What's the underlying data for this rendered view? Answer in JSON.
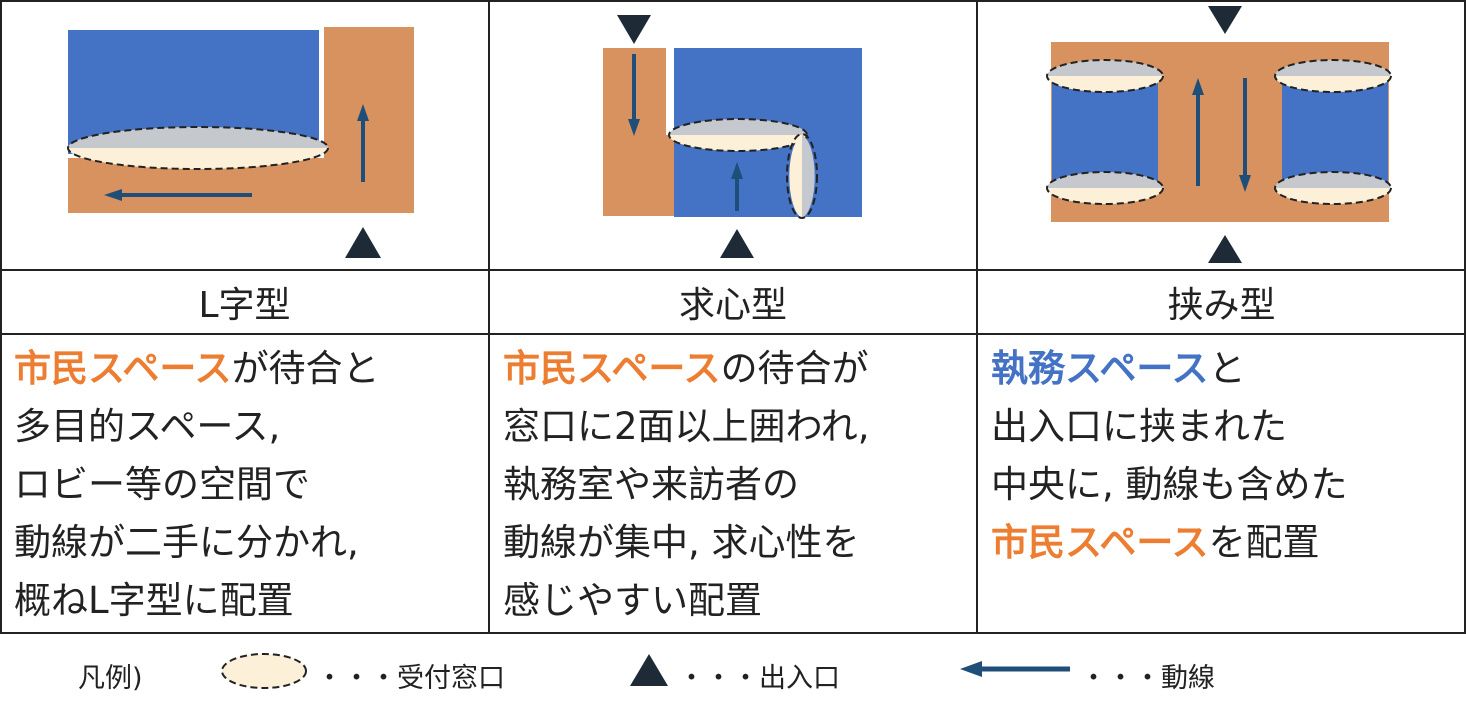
{
  "colors": {
    "orange_area": "#d89260",
    "blue_area": "#4472c4",
    "window_fill": "#fdf0d8",
    "window_shade": "#c5c9cd",
    "arrow": "#1f4e79",
    "triangle": "#1f2a37",
    "accent_orange": "#ed7d31",
    "accent_blue": "#4472c4"
  },
  "columns": [
    {
      "label": "L字型",
      "description": [
        [
          {
            "text": "市民スペース",
            "style": "orange"
          },
          {
            "text": "が待合と",
            "style": "plain"
          }
        ],
        [
          {
            "text": "多目的スペース,",
            "style": "plain"
          }
        ],
        [
          {
            "text": "ロビー等の空間で",
            "style": "plain"
          }
        ],
        [
          {
            "text": "動線が二手に分かれ,",
            "style": "plain"
          }
        ],
        [
          {
            "text": "概ねL字型に配置",
            "style": "plain"
          }
        ]
      ]
    },
    {
      "label": "求心型",
      "description": [
        [
          {
            "text": "市民スペース",
            "style": "orange"
          },
          {
            "text": "の待合が",
            "style": "plain"
          }
        ],
        [
          {
            "text": "窓口に2面以上囲われ,",
            "style": "plain"
          }
        ],
        [
          {
            "text": "執務室や来訪者の",
            "style": "plain"
          }
        ],
        [
          {
            "text": "動線が集中, 求心性を",
            "style": "plain"
          }
        ],
        [
          {
            "text": "感じやすい配置",
            "style": "plain"
          }
        ]
      ]
    },
    {
      "label": "挟み型",
      "description": [
        [
          {
            "text": "執務スペース",
            "style": "blue"
          },
          {
            "text": "と",
            "style": "plain"
          }
        ],
        [
          {
            "text": "出入口に挟まれた",
            "style": "plain"
          }
        ],
        [
          {
            "text": "中央に, 動線も含めた",
            "style": "plain"
          }
        ],
        [
          {
            "text": "市民スペース",
            "style": "orange"
          },
          {
            "text": "を配置",
            "style": "plain"
          }
        ]
      ]
    }
  ],
  "legend": {
    "title": "凡例)",
    "window": "・・・受付窓口",
    "entrance": "・・・出入口",
    "flow": "・・・動線"
  }
}
